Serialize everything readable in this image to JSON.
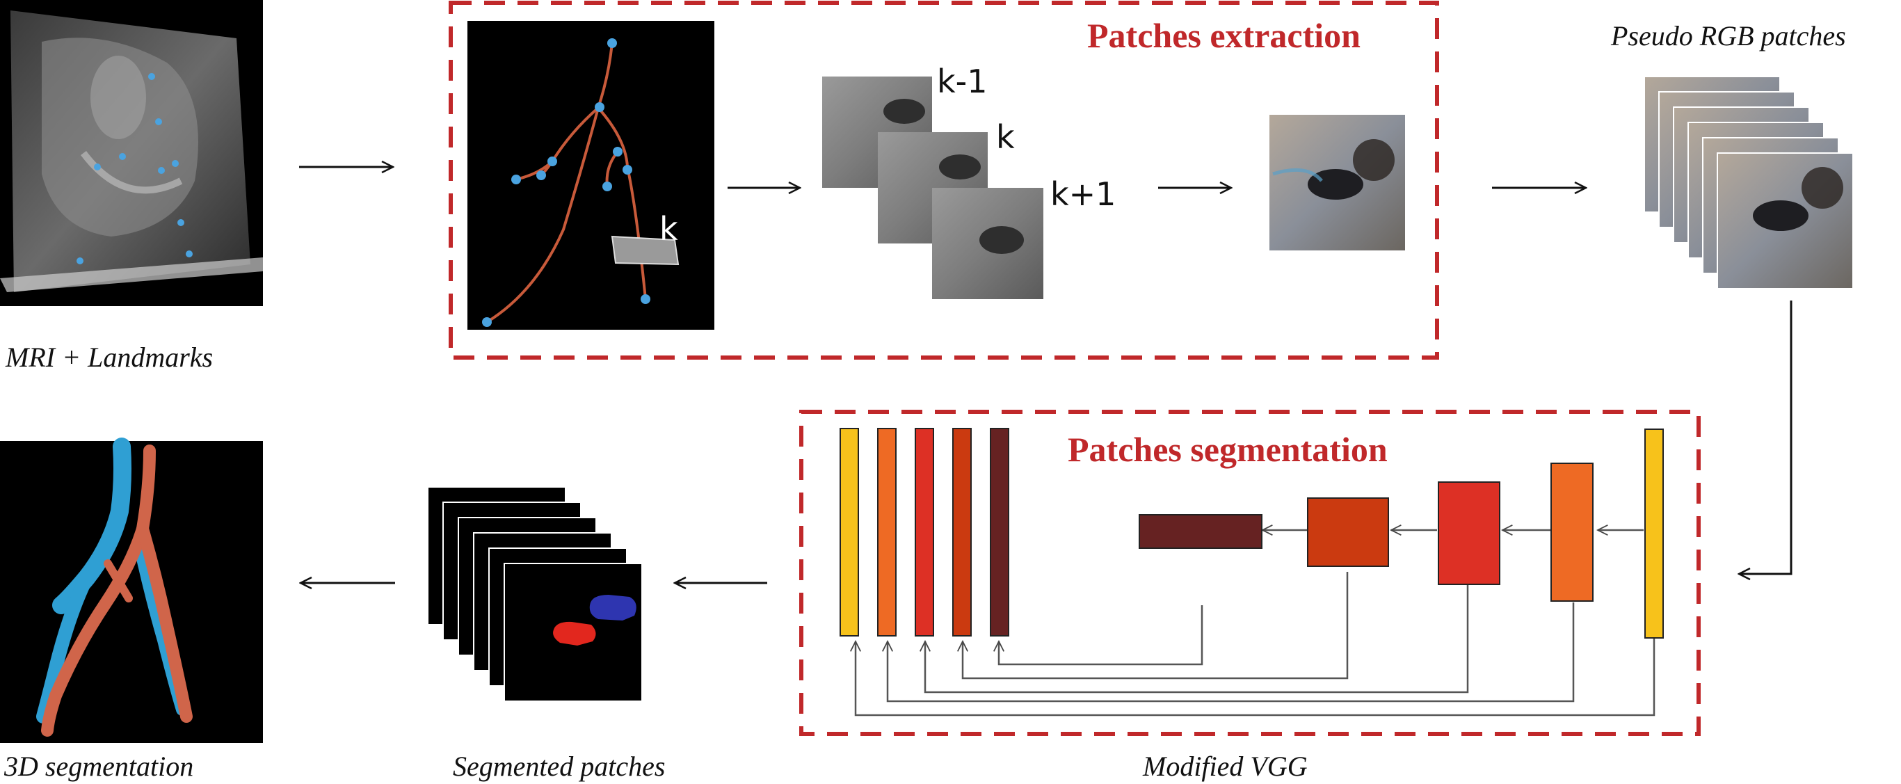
{
  "captions": {
    "mri": "MRI + Landmarks",
    "pseudo_rgb": "Pseudo RGB patches",
    "segmentation_3d": "3D segmentation",
    "segmented_patches": "Segmented patches",
    "modified_vgg": "Modified VGG"
  },
  "stages": {
    "extraction_title": "Patches extraction",
    "segmentation_title": "Patches segmentation"
  },
  "patch_labels": {
    "slice": "k",
    "prev": "k-1",
    "current": "k",
    "next": "k+1"
  },
  "colors": {
    "dashed_box": "#c0282a",
    "vessel_red": "#d0654a",
    "vessel_blue": "#2f9fd3",
    "landmark": "#4aa3e0",
    "encoder_1": "#f7c21b",
    "encoder_2": "#ee6a24",
    "encoder_3": "#dd3025",
    "encoder_4": "#cb3a10",
    "encoder_5": "#662222",
    "seg_red": "#e2271e",
    "seg_blue": "#2e35b0"
  }
}
